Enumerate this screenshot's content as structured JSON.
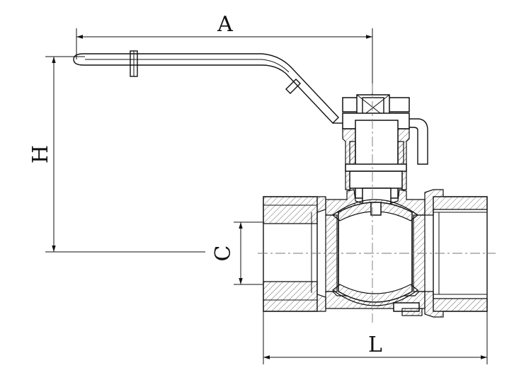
{
  "drawing": {
    "title": "",
    "dimensions": {
      "a": "A",
      "h": "H",
      "c": "C",
      "l": "L"
    },
    "colors": {
      "line": "#111111",
      "centerline": "#777777",
      "background": "#ffffff"
    }
  }
}
